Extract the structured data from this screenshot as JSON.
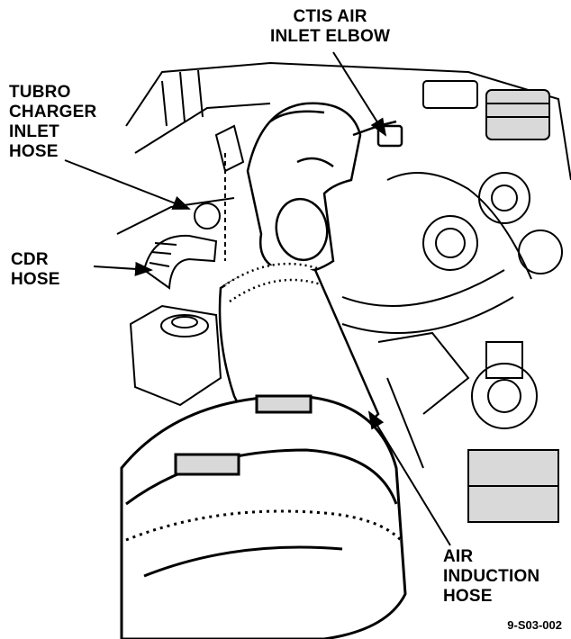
{
  "labels": {
    "turbo_line1": "TUBRO",
    "turbo_line2": "CHARGER",
    "turbo_line3": "INLET",
    "turbo_line4": "HOSE",
    "ctis_line1": "CTIS AIR",
    "ctis_line2": "INLET ELBOW",
    "cdr_line1": "CDR",
    "cdr_line2": "HOSE",
    "air_line1": "AIR",
    "air_line2": "INDUCTION",
    "air_line3": "HOSE"
  },
  "figure_id": "9-S03-002",
  "colors": {
    "ink": "#000000",
    "paper": "#ffffff",
    "shade": "#d9d9d9"
  }
}
